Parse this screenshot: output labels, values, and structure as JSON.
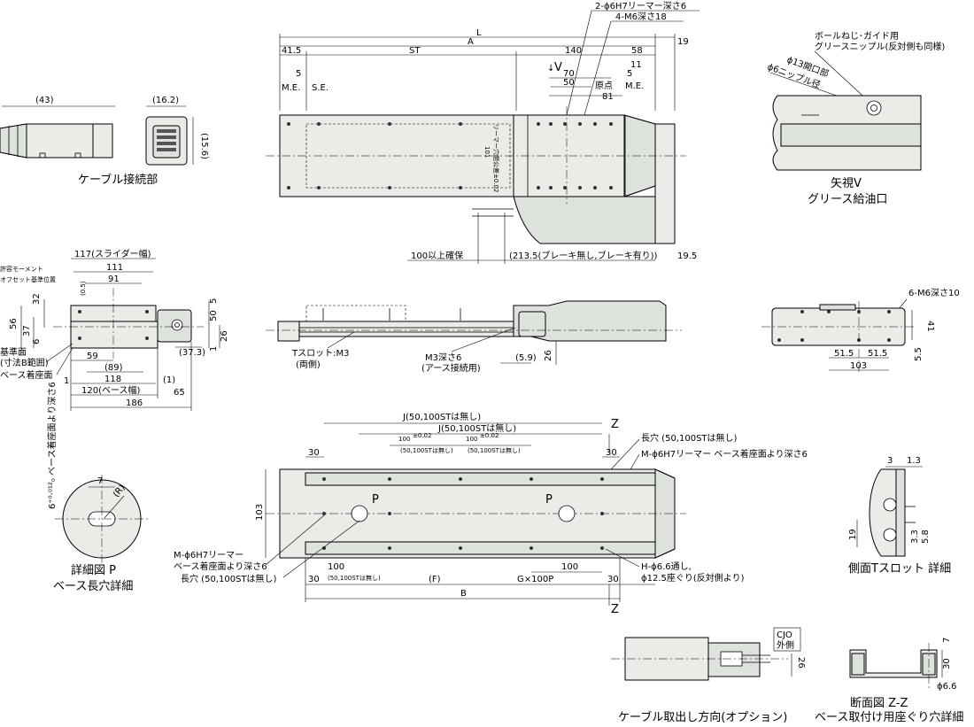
{
  "top_view": {
    "dims": {
      "L": "L",
      "A": "A",
      "d19": "19",
      "d41_5": "41.5",
      "ST": "ST",
      "d140": "140",
      "d58": "58",
      "d5a": "5",
      "ME1": "M.E.",
      "SE": "S.E.",
      "arrowV": "V",
      "d70": "70",
      "d50": "50",
      "origin": "原点",
      "d81": "81",
      "d5b": "5",
      "d11": "11",
      "ME2": "M.E.",
      "reamer": "2-ϕ6H7リーマー深さ6",
      "m6_18": "4-M6深さ18",
      "d100": "100以上確保",
      "d213_5": "(213.5(ブレーキ無し,ブレーキ有り))",
      "d19_5": "19.5",
      "vert1": "101",
      "vert2": "リーマー穴間公差±0.02"
    }
  },
  "cable_conn": {
    "d43": "(43)",
    "d16_2": "(16.2)",
    "d15_6": "(15.6)",
    "caption": "ケーブル接続部"
  },
  "grease": {
    "note1": "ボールねじ･ガイド用",
    "note2": "グリースニップル(反対側も同様)",
    "d13": "ϕ13開口部",
    "d6": "ϕ6ニップル径",
    "caption1": "矢視V",
    "caption2": "グリース給油口"
  },
  "end_view": {
    "d117": "117(スライダー幅)",
    "d111": "111",
    "d91": "91",
    "note_moment1": "許容モーメント",
    "note_moment2": "オフセット基準位置",
    "d0_5": "(0.5)",
    "d32": "32",
    "d56": "56",
    "d37": "37",
    "d6": "6",
    "d5": "5",
    "d50": "50",
    "d26": "26",
    "d1a": "1",
    "d37_3": "(37.3)",
    "d59": "59",
    "d89": "(89)",
    "d118": "118",
    "d1b": "1",
    "d120": "120(ベース幅)",
    "d1c": "(1)",
    "d65": "65",
    "d186": "186",
    "note_base1": "基準面",
    "note_base2": "(寸法B範囲)",
    "note_base3": "ベース着座面"
  },
  "side_view": {
    "tslot1": "Tスロット:M3",
    "tslot2": "(両側)",
    "m3_1": "M3深さ6",
    "m3_2": "(アース接続用)",
    "d5_9": "(5.9)",
    "d26": "26"
  },
  "slider_bottom": {
    "m6": "6-M6深さ10",
    "d41": "41",
    "d51_5a": "51.5",
    "d51_5b": "51.5",
    "d103": "103",
    "d5_5": "5.5"
  },
  "bottom_view": {
    "J1": "J(50,100STは無し)",
    "J2": "J(50,100STは無し)",
    "d100a": "100",
    "tol": "±0.02",
    "d100a_sub": "(50,100STは無し)",
    "d100b": "100",
    "d100b_sub": "(50,100STは無し)",
    "Z_top": "Z",
    "Z_bot": "Z",
    "slot_top": "長穴 (50,100STは無し)",
    "reamer_top": "M-ϕ6H7リーマー ベース着座面より深さ6",
    "d30a": "30",
    "d30b": "30",
    "d103": "103",
    "P1": "P",
    "P2": "P",
    "reamer_bot1": "M-ϕ6H7リーマー",
    "reamer_bot2": "ベース着座面より深さ6",
    "slot_bot": "長穴 (50,100STは無し)",
    "d100c": "100",
    "d100c_sub": "(50,100STは無し)",
    "d100d": "100",
    "d30c": "30",
    "F": "(F)",
    "G": "G×100P",
    "d30d": "30",
    "B": "B",
    "h_hole1": "H-ϕ6.6通し,",
    "h_hole2": "ϕ12.5座ぐり(反対側より)"
  },
  "detail_p": {
    "tol": "6⁺⁰·⁰¹²₀ ベース着座面より深さ6",
    "d7": "7",
    "R": "(R)",
    "caption1": "詳細図 P",
    "caption2": "ベース長穴詳細"
  },
  "tslot_detail": {
    "d3": "3",
    "d1_3": "1.3",
    "d19": "19",
    "d3_3": "3.3",
    "d5_8": "5.8",
    "caption": "側面Tスロット 詳細"
  },
  "cable_out": {
    "cjo1": "CJO",
    "cjo2": "外側",
    "d26": "26",
    "caption": "ケーブル取出し方向(オプション)"
  },
  "section_zz": {
    "d7": "7",
    "d30": "30",
    "d6_6": "ϕ6.6",
    "caption1": "断面図 Z-Z",
    "caption2": "ベース取付け用座ぐり穴詳細"
  }
}
